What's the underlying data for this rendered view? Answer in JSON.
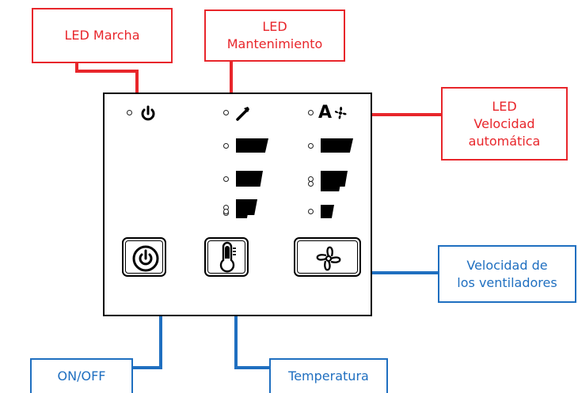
{
  "callouts": {
    "led_marcha": "LED  Marcha",
    "led_mantenimiento": "LED\nMantenimiento",
    "led_velocidad_auto": "LED\nVelocidad\nautomática",
    "velocidad_ventiladores": "Velocidad de\nlos ventiladores",
    "on_off": "ON/OFF",
    "temperatura": "Temperatura"
  },
  "panel": {
    "auto_label": "A",
    "speed_levels": 4,
    "buttons": [
      {
        "name": "power-button",
        "icon": "power-icon"
      },
      {
        "name": "temperature-button",
        "icon": "thermometer-icon"
      },
      {
        "name": "fan-speed-button",
        "icon": "fan-icon"
      }
    ]
  },
  "colors": {
    "red_callout": "#e8262b",
    "blue_callout": "#1f6fc0",
    "panel": "#000000"
  }
}
